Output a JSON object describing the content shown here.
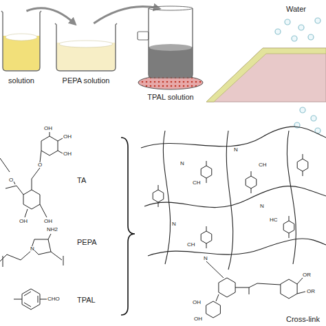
{
  "diagram": {
    "nodes": [
      {
        "text": [
          "solution"
        ]
      },
      {
        "text": [
          "PEPA solution"
        ]
      },
      {
        "text": [
          "TPAL solution"
        ]
      }
    ],
    "edges": [
      {
        "from": 0,
        "to": 1,
        "arrow": "to"
      },
      {
        "from": 1,
        "to": 2,
        "arrow": "to"
      }
    ],
    "labels": [
      "Water",
      "TA",
      "PEPA",
      "TPAL",
      "Cross-link",
      "OH",
      "OH",
      "OH",
      "O",
      "O",
      "OH",
      "OH",
      "NH2",
      "N",
      "CHO",
      "N",
      "CH",
      "N",
      "CH",
      "N",
      "CH",
      "N",
      "HC",
      "N",
      "OR",
      "OR",
      "OH",
      "OH"
    ]
  }
}
